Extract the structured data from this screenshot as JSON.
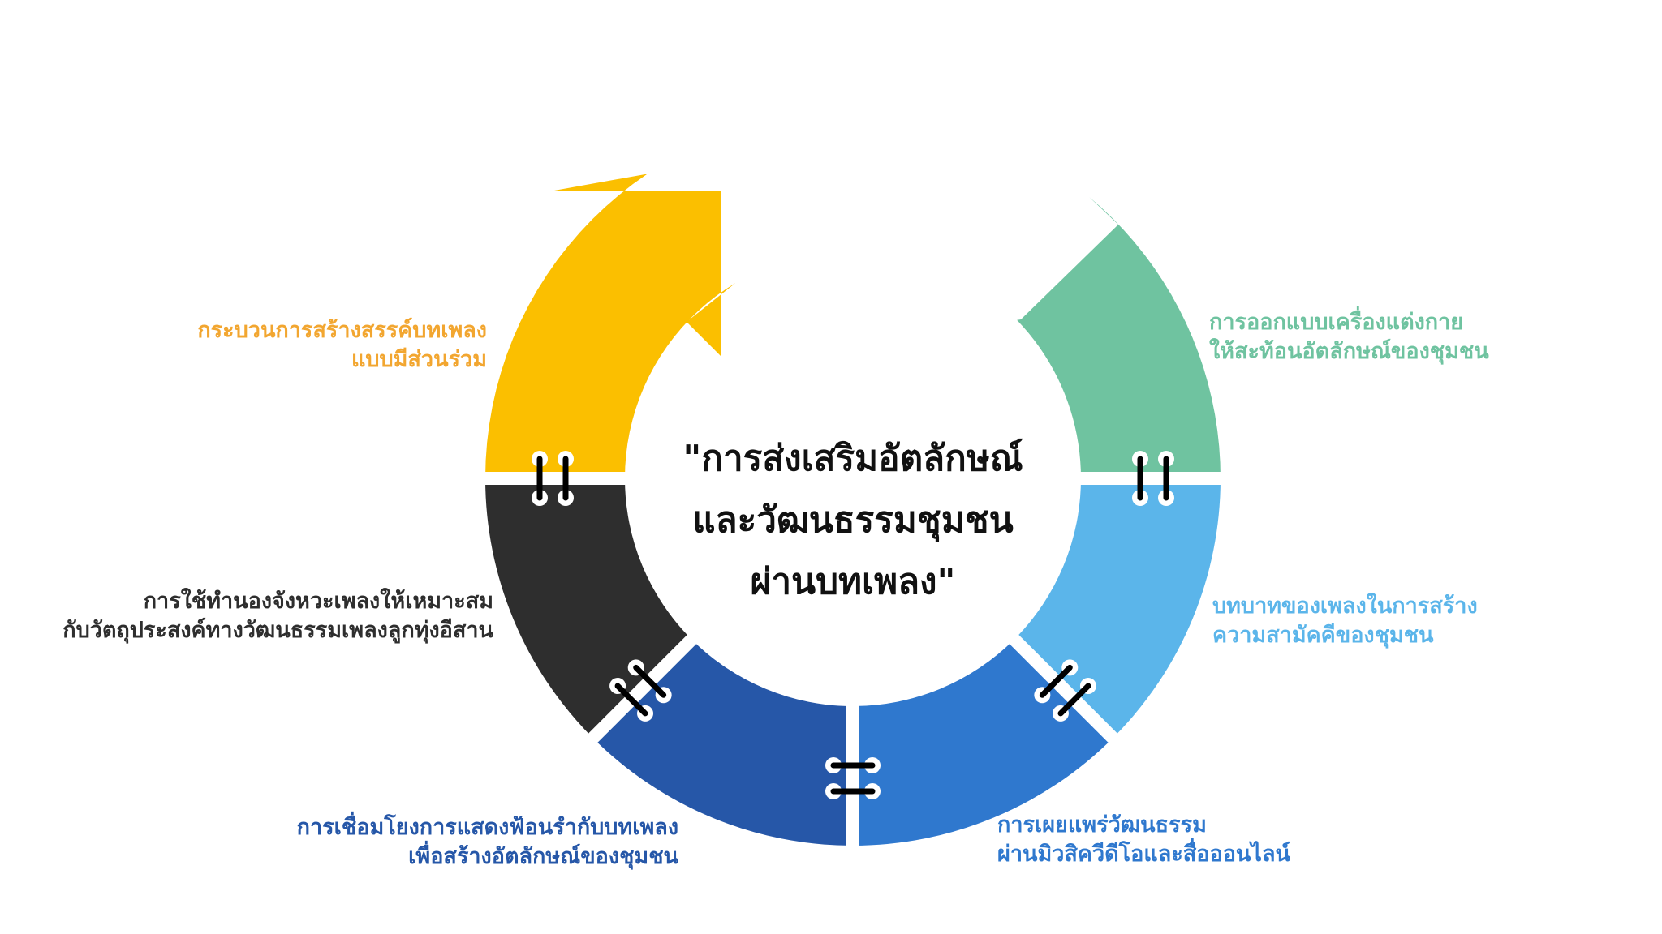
{
  "title": {
    "lines": [
      "\"การส่งเสริมอัตลักษณ์",
      "และวัฒนธรรมชุมชน",
      "ผ่านบทเพลง\""
    ]
  },
  "segments": [
    {
      "id": "participatory",
      "color": "#FBBF00",
      "label_color": "#F2A630",
      "lines": [
        "กระบวนการสร้างสรรค์บทเพลง",
        "แบบมีส่วนร่วม"
      ]
    },
    {
      "id": "melody",
      "color": "#2E2E2E",
      "label_color": "#2E2E2E",
      "lines": [
        "การใช้ทำนองจังหวะเพลงให้เหมาะสม",
        "กับวัตถุประสงค์ทางวัฒนธรรมเพลงลูกทุ่งอีสาน"
      ]
    },
    {
      "id": "dance",
      "color": "#2657A8",
      "label_color": "#2657A8",
      "lines": [
        "การเชื่อมโยงการแสดงฟ้อนรำกับบทเพลง",
        "เพื่อสร้างอัตลักษณ์ของชุมชน"
      ]
    },
    {
      "id": "media",
      "color": "#2F78CE",
      "label_color": "#2F78CE",
      "lines": [
        "การเผยแพร่วัฒนธรรม",
        "ผ่านมิวสิควีดีโอและสื่อออนไลน์"
      ]
    },
    {
      "id": "unity",
      "color": "#5BB5EA",
      "label_color": "#5BB5EA",
      "lines": [
        "บทบาทของเพลงในการสร้าง",
        "ความสามัคคีของชุมชน"
      ]
    },
    {
      "id": "costume",
      "color": "#6FC3A0",
      "label_color": "#6FC3A0",
      "lines": [
        "การออกแบบเครื่องแต่งกาย",
        "ให้สะท้อนอัตลักษณ์ของชุมชน"
      ]
    }
  ]
}
